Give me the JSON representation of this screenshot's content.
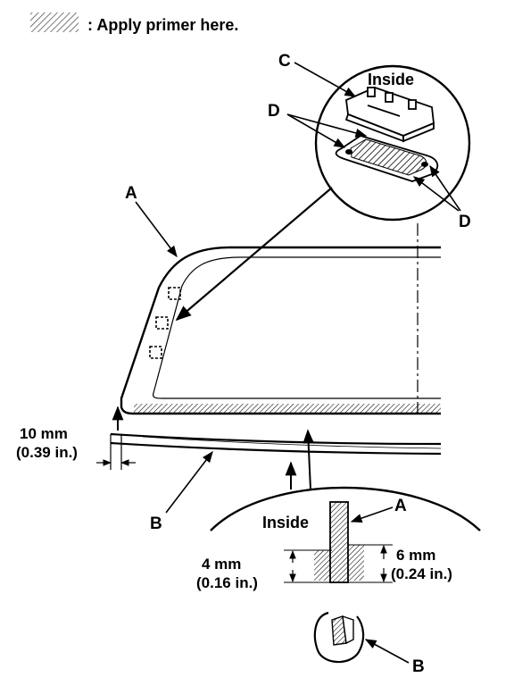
{
  "legend": {
    "text": ": Apply primer here."
  },
  "callouts": {
    "A_top": "A",
    "A_section": "A",
    "B_left": "B",
    "B_bottom": "B",
    "C": "C",
    "D_left": "D",
    "D_right": "D"
  },
  "detail": {
    "inside_label": "Inside"
  },
  "section": {
    "inside_label": "Inside"
  },
  "dimensions": {
    "offset_mm": "10 mm",
    "offset_in": "(0.39 in.)",
    "left_mm": "4 mm",
    "left_in": "(0.16 in.)",
    "right_mm": "6 mm",
    "right_in": "(0.24 in.)"
  },
  "colors": {
    "ink": "#000000",
    "paper": "#ffffff"
  }
}
